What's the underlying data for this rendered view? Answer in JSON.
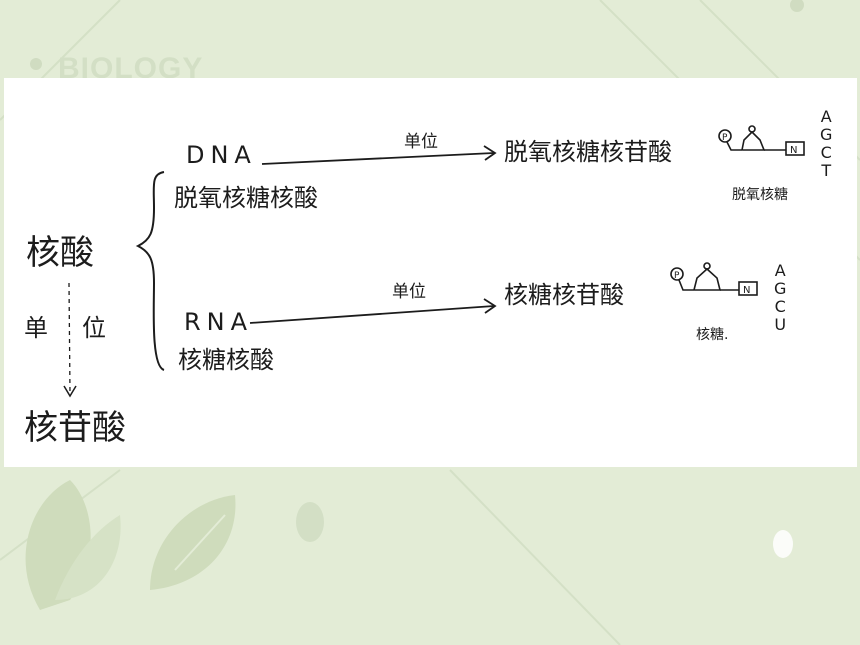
{
  "slide": {
    "watermark": "BIOLOGY"
  },
  "diagram": {
    "root": "核酸",
    "root_unit_label_1": "单",
    "root_unit_label_2": "位",
    "root_unit": "核苷酸",
    "dna": {
      "name": "DNA",
      "full_name": "脱氧核糖核酸",
      "arrow_label": "单位",
      "unit": "脱氧核糖核苷酸",
      "sugar_label": "脱氧核糖",
      "bases": [
        "A",
        "G",
        "C",
        "T"
      ],
      "phosphate_glyph": "P",
      "base_glyph": "N"
    },
    "rna": {
      "name": "RNA",
      "full_name": "核糖核酸",
      "arrow_label": "单位",
      "unit": "核糖核苷酸",
      "sugar_label": "核糖.",
      "bases": [
        "A",
        "G",
        "C",
        "U"
      ],
      "phosphate_glyph": "P",
      "base_glyph": "N"
    }
  }
}
